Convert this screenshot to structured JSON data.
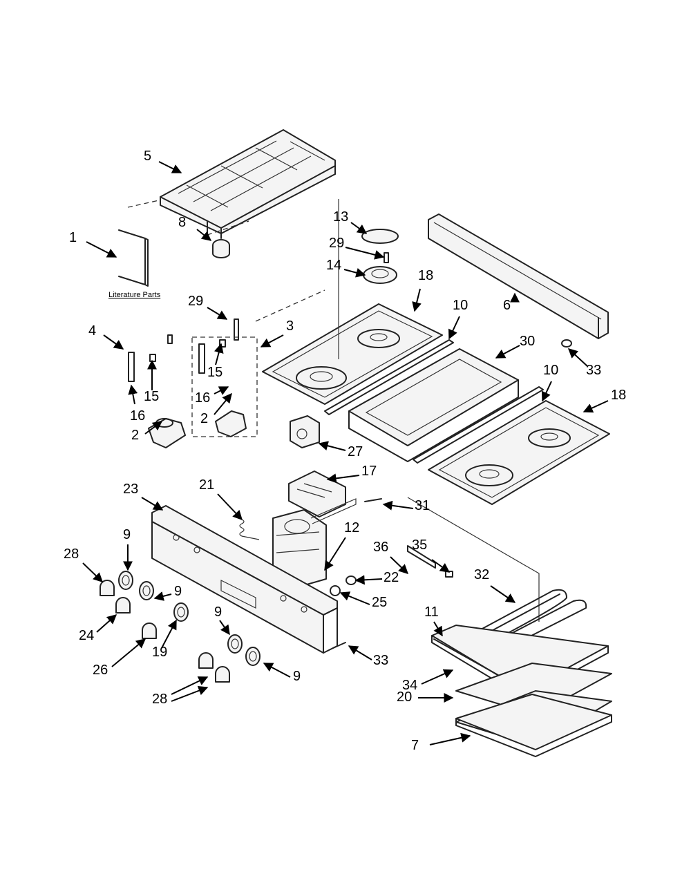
{
  "literature_label": "Literature Parts",
  "callouts": [
    {
      "id": "c5",
      "text": "5"
    },
    {
      "id": "c8",
      "text": "8"
    },
    {
      "id": "c1",
      "text": "1"
    },
    {
      "id": "c13",
      "text": "13"
    },
    {
      "id": "c29a",
      "text": "29"
    },
    {
      "id": "c14",
      "text": "14"
    },
    {
      "id": "c18a",
      "text": "18"
    },
    {
      "id": "c10a",
      "text": "10"
    },
    {
      "id": "c6",
      "text": "6"
    },
    {
      "id": "c29b",
      "text": "29"
    },
    {
      "id": "c3",
      "text": "3"
    },
    {
      "id": "c4",
      "text": "4"
    },
    {
      "id": "c15a",
      "text": "15"
    },
    {
      "id": "c15b",
      "text": "15"
    },
    {
      "id": "c16a",
      "text": "16"
    },
    {
      "id": "c16b",
      "text": "16"
    },
    {
      "id": "c2a",
      "text": "2"
    },
    {
      "id": "c2b",
      "text": "2"
    },
    {
      "id": "c30",
      "text": "30"
    },
    {
      "id": "c33a",
      "text": "33"
    },
    {
      "id": "c10b",
      "text": "10"
    },
    {
      "id": "c18b",
      "text": "18"
    },
    {
      "id": "c27",
      "text": "27"
    },
    {
      "id": "c17",
      "text": "17"
    },
    {
      "id": "c23",
      "text": "23"
    },
    {
      "id": "c21",
      "text": "21"
    },
    {
      "id": "c31",
      "text": "31"
    },
    {
      "id": "c9a",
      "text": "9"
    },
    {
      "id": "c28a",
      "text": "28"
    },
    {
      "id": "c12",
      "text": "12"
    },
    {
      "id": "c36",
      "text": "36"
    },
    {
      "id": "c35",
      "text": "35"
    },
    {
      "id": "c9b",
      "text": "9"
    },
    {
      "id": "c22",
      "text": "22"
    },
    {
      "id": "c32",
      "text": "32"
    },
    {
      "id": "c24",
      "text": "24"
    },
    {
      "id": "c25",
      "text": "25"
    },
    {
      "id": "c11",
      "text": "11"
    },
    {
      "id": "c9c",
      "text": "9"
    },
    {
      "id": "c26",
      "text": "26"
    },
    {
      "id": "c19",
      "text": "19"
    },
    {
      "id": "c33b",
      "text": "33"
    },
    {
      "id": "c9d",
      "text": "9"
    },
    {
      "id": "c34",
      "text": "34"
    },
    {
      "id": "c28b",
      "text": "28"
    },
    {
      "id": "c20",
      "text": "20"
    },
    {
      "id": "c7",
      "text": "7"
    }
  ]
}
